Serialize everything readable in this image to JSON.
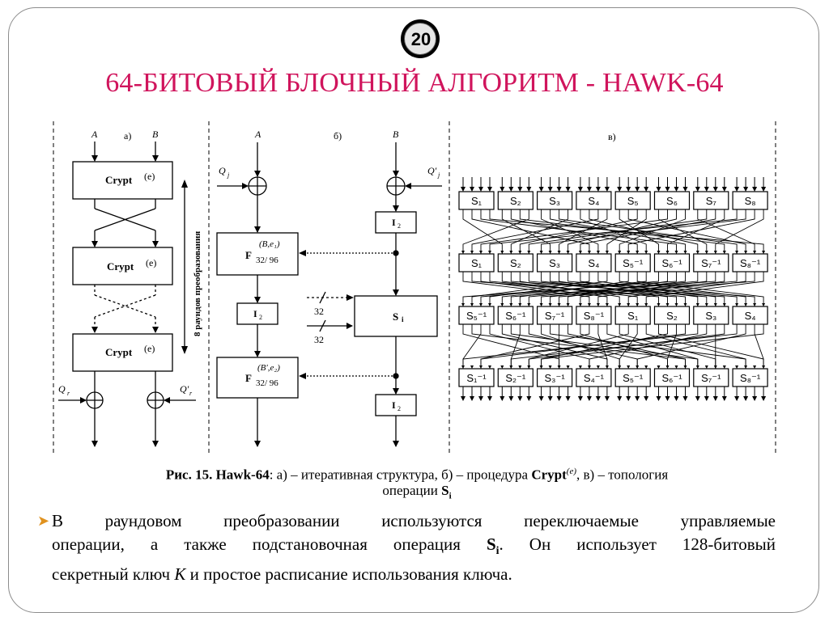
{
  "slide": {
    "page_number": "20",
    "title": "64-БИТОВЫЙ БЛОЧНЫЙ АЛГОРИТМ - HAWK-64"
  },
  "colors": {
    "title": "#d0145c",
    "bullet": "#e0921f",
    "frame": "#8c8c8c"
  },
  "diagram_a": {
    "panel_label": "а)",
    "input_a": "A",
    "input_b": "B",
    "crypt_label": "Crypt",
    "crypt_param": "(e)",
    "rounds_label": "8 раундов преобразования",
    "key_left": "Q",
    "key_left_sub": "r",
    "key_right": "Q′",
    "key_right_sub": "r"
  },
  "diagram_b": {
    "panel_label": "б)",
    "input_a": "A",
    "input_b": "B",
    "key_left": "Q",
    "key_left_sub": "j",
    "key_right": "Q′",
    "key_right_sub": "j",
    "i2": "I",
    "i2_sub": "2",
    "f_label": "F",
    "f_sub": "32/ 96",
    "f1_param": "(B,e₁)",
    "f2_param": "(B′,e₂)",
    "s_label": "S",
    "s_sub": "i",
    "bus_width_1": "32",
    "bus_width_2": "32"
  },
  "diagram_c": {
    "panel_label": "в)",
    "row1": [
      "S₁",
      "S₂",
      "S₃",
      "S₄",
      "S₅",
      "S₆",
      "S₇",
      "S₈"
    ],
    "row2": [
      "S₁",
      "S₂",
      "S₃",
      "S₄",
      "S₅⁻¹",
      "S₆⁻¹",
      "S₇⁻¹",
      "S₈⁻¹"
    ],
    "row3": [
      "S₅⁻¹",
      "S₆⁻¹",
      "S₇⁻¹",
      "S₈⁻¹",
      "S₁",
      "S₂",
      "S₃",
      "S₄"
    ],
    "row4": [
      "S₁⁻¹",
      "S₂⁻¹",
      "S₃⁻¹",
      "S₄⁻¹",
      "S₅⁻¹",
      "S₆⁻¹",
      "S₇⁻¹",
      "S₈⁻¹"
    ]
  },
  "caption": {
    "fig": "Рис. 15.",
    "name": "Hawk-64",
    "part1": ": а) – итеративная структура, б) – процедура ",
    "crypt": "Crypt",
    "crypt_sup": "(e)",
    "part2": ", в) – топология",
    "line2": "операции ",
    "s": "S",
    "s_sub": "i"
  },
  "bullet": {
    "line1": "В раундовом преобразовании используются переключаемые управляемые",
    "line2a": "операции, а также подстановочная операция ",
    "s": "S",
    "s_sub": "i",
    "line2b": ". Он использует 128-битовый",
    "line3a": "секретный ключ ",
    "k": "K",
    "line3b": " и простое расписание использования ключа."
  }
}
